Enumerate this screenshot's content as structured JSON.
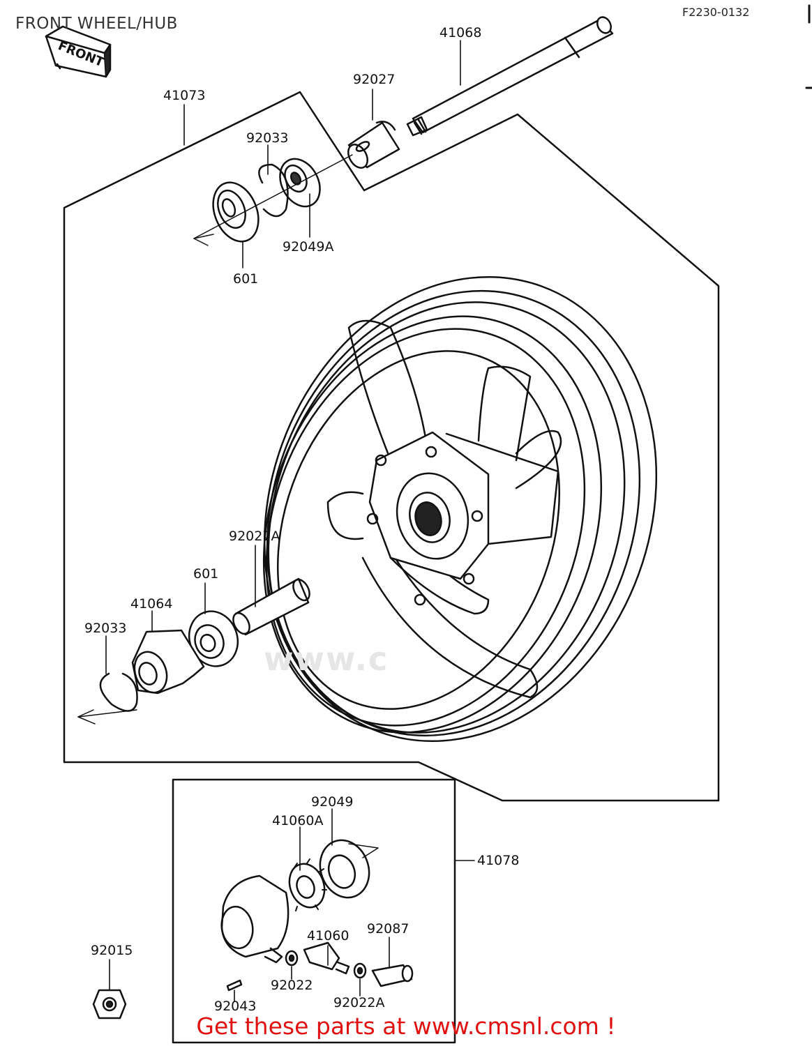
{
  "title": "FRONT WHEEL/HUB",
  "ref_code": "F2230-0132",
  "front_tag": "FRONT",
  "watermark": "www.c",
  "footer": "Get these parts at www.cmsnl.com !",
  "callouts": {
    "axle": "41068",
    "sleeve": "92027",
    "wheel_assy": "41073",
    "circlip_upper": "92033",
    "seal_upper": "92049A",
    "bearing_upper": "601",
    "collar": "92027A",
    "bearing_lower": "601",
    "gear_housing": "41064",
    "circlip_lower": "92033",
    "oil_seal": "92049",
    "drive_gear": "41060A",
    "gear_assy": "41078",
    "pinion": "41060",
    "bushing": "92087",
    "washer_left": "92022",
    "washer_right": "92022A",
    "pin": "92043",
    "nut": "92015"
  }
}
